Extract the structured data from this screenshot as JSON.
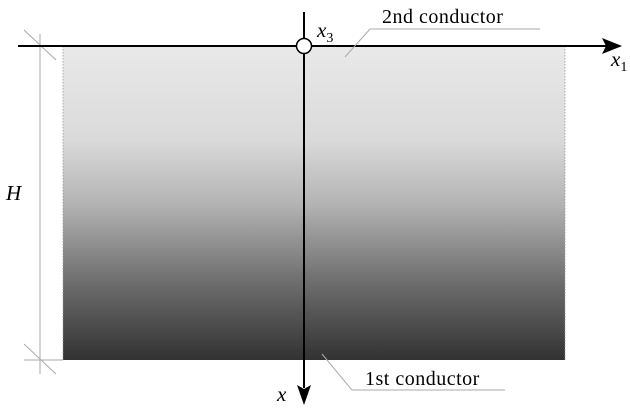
{
  "labels": {
    "top_layer": "2nd conductor",
    "bottom_layer": "1st conductor",
    "thickness": "H",
    "axis_horizontal": "x",
    "axis_horizontal_sub": "1",
    "axis_vertical": "x",
    "axis_normal": "x",
    "axis_normal_sub": "3"
  },
  "colors": {
    "gradient_top": "#e9e9e9",
    "gradient_mid": "#b4b4b4",
    "gradient_bottom": "#323232",
    "axis": "#000000",
    "leader": "#aaaaaa"
  }
}
